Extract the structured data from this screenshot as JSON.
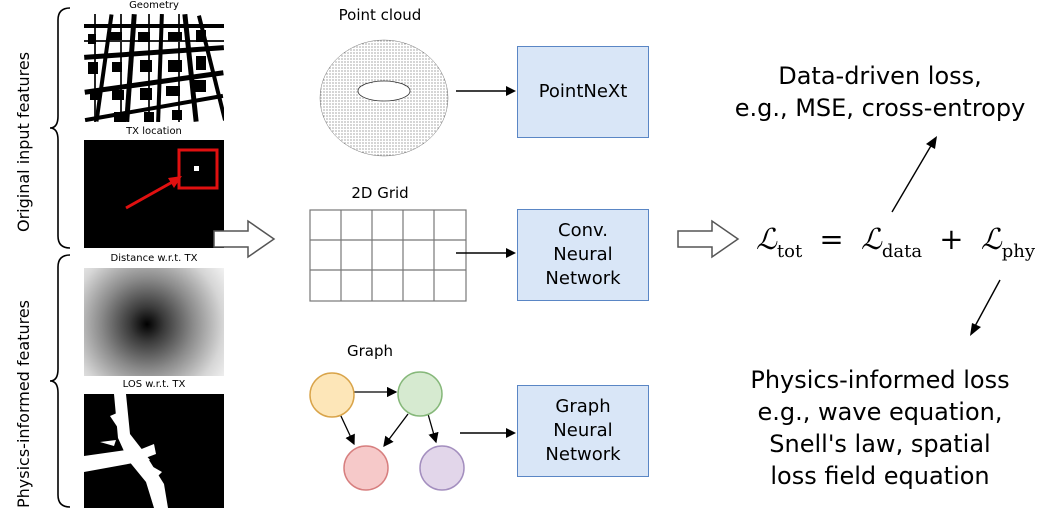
{
  "side_labels": {
    "original": "Original input features",
    "physics": "Physics-informed features"
  },
  "thumbnails": {
    "geometry": "Geometry",
    "tx_location": "TX location",
    "distance": "Distance w.r.t. TX",
    "los": "LOS w.r.t. TX"
  },
  "representations": {
    "point_cloud": "Point cloud",
    "grid": "2D Grid",
    "graph": "Graph"
  },
  "networks": {
    "pointnext": "PointNeXt",
    "cnn_line1": "Conv.",
    "cnn_line2": "Neural",
    "cnn_line3": "Network",
    "gnn_line1": "Graph",
    "gnn_line2": "Neural",
    "gnn_line3": "Network"
  },
  "loss": {
    "data_line1": "Data-driven loss,",
    "data_line2": "e.g., MSE, cross-entropy",
    "phy_line1": "Physics-informed loss",
    "phy_line2": "e.g., wave equation,",
    "phy_line3": "Snell's law, spatial",
    "phy_line4": "loss field equation"
  },
  "formula": {
    "L": "ℒ",
    "tot": "tot",
    "eq": "=",
    "data": "data",
    "plus": "+",
    "phy": "phy"
  },
  "colors": {
    "nn_fill": "#d9e6f7",
    "nn_border": "#5a86c5",
    "node_yellow": "#fde6b8",
    "node_green": "#d6ead0",
    "node_red": "#f6c9c9",
    "node_purple": "#e2d6ea",
    "tx_box": "#e01010"
  },
  "icons": [
    "brace-icon",
    "hollow-arrow-icon",
    "torus-icon",
    "grid-icon",
    "graph-icon",
    "arrow-icon"
  ]
}
